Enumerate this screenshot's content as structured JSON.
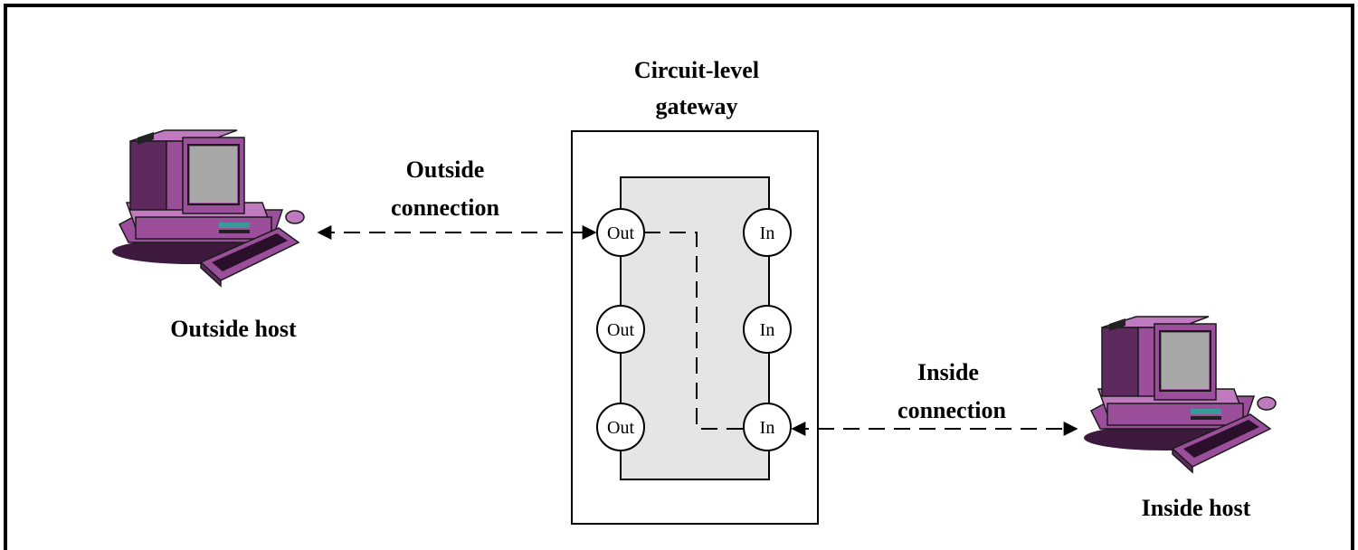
{
  "gateway": {
    "title_line1": "Circuit-level",
    "title_line2": "gateway",
    "body_fill": "#e5e5e5",
    "out_ports": [
      "Out",
      "Out",
      "Out"
    ],
    "in_ports": [
      "In",
      "In",
      "In"
    ]
  },
  "outside": {
    "connection_line1": "Outside",
    "connection_line2": "connection",
    "host_label": "Outside host"
  },
  "inside": {
    "connection_line1": "Inside",
    "connection_line2": "connection",
    "host_label": "Inside host"
  },
  "colors": {
    "computer_purple": "#9b4f9b",
    "computer_purple_dark": "#5e2a5e",
    "computer_purple_light": "#c07bc0",
    "screen_gray": "#a8a8a8",
    "screen_teal": "#3a9a9a"
  }
}
